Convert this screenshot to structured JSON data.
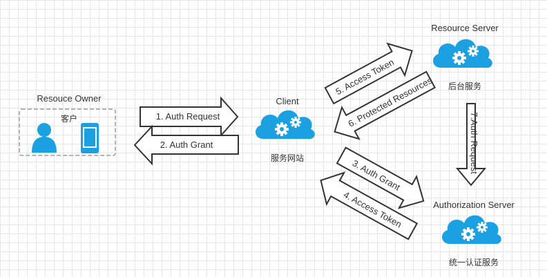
{
  "owner": {
    "title": "Resouce Owner",
    "subtitle": "客户"
  },
  "client": {
    "title": "Client",
    "subtitle": "服务网站"
  },
  "resource_server": {
    "title": "Resource Server",
    "subtitle": "后台服务"
  },
  "auth_server": {
    "title": "Authorization Server",
    "subtitle": "统一认证服务"
  },
  "arrows": {
    "a1": "1. Auth Request",
    "a2": "2. Auth Grant",
    "a3": "3. Auth Grant",
    "a4": "4. Access Token",
    "a5": "5. Access Token",
    "a6": "6. Protected Resources",
    "a7": "7.Auth Request"
  },
  "colors": {
    "cloud": "#1ba1e2",
    "person": "#1ba1e2",
    "stroke": "#333333"
  }
}
